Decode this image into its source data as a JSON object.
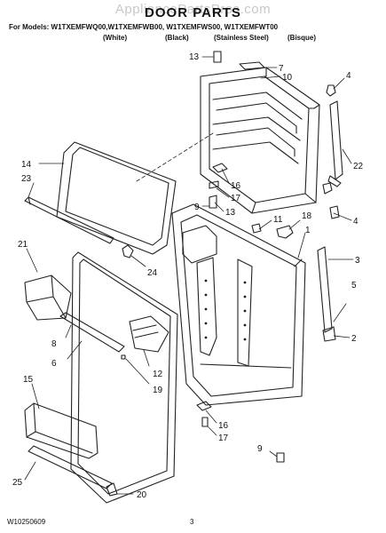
{
  "watermark": "AppliancePartsPros.com",
  "title": "DOOR PARTS",
  "models_line": "For Models: W1TXEMFWQ00,W1TXEMFWB00, W1TXEMFWS00, W1TXEMFWT00",
  "finishes": [
    "(White)",
    "(Black)",
    "(Stainless Steel)",
    "(Bisque)"
  ],
  "callouts": [
    "13",
    "7",
    "10",
    "4",
    "22",
    "16",
    "17",
    "9",
    "13",
    "11",
    "18",
    "1",
    "4",
    "3",
    "5",
    "2",
    "14",
    "23",
    "24",
    "21",
    "8",
    "6",
    "12",
    "19",
    "15",
    "25",
    "20",
    "16",
    "17",
    "9"
  ],
  "footer": {
    "doc_number": "W10250609",
    "page_number": "3"
  }
}
